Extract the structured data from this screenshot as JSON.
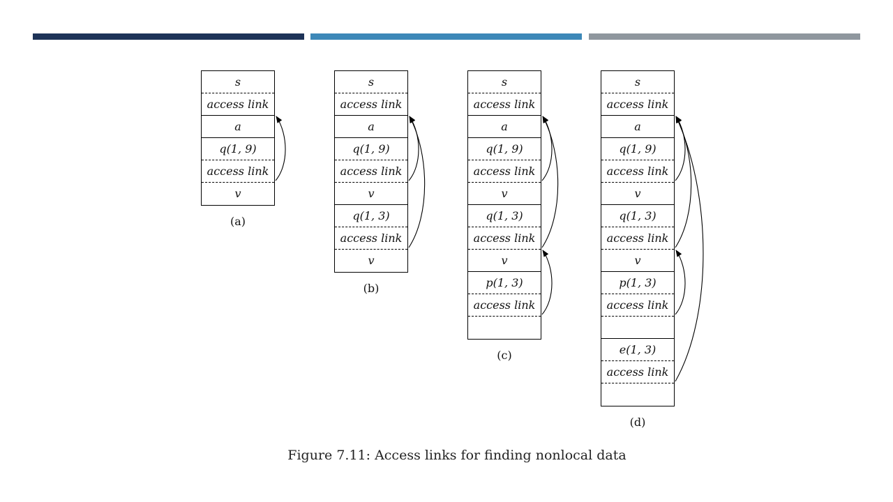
{
  "slide": {
    "accent_bars": [
      {
        "name": "accent-bar-navy",
        "color": "#1e3358"
      },
      {
        "name": "accent-bar-blue",
        "color": "#3d88b8"
      },
      {
        "name": "accent-bar-gray",
        "color": "#8f979e"
      }
    ]
  },
  "diagram": {
    "stacks": [
      {
        "caption": "(a)",
        "cells": [
          {
            "label": "s",
            "border": "dashed"
          },
          {
            "label": "access link",
            "border": "solid"
          },
          {
            "label": "a",
            "border": "solid"
          },
          {
            "label": "q(1, 9)",
            "border": "dashed"
          },
          {
            "label": "access link",
            "border": "dashed"
          },
          {
            "label": "v",
            "border": "none"
          }
        ],
        "links": [
          {
            "from": 4,
            "to": 1
          }
        ]
      },
      {
        "caption": "(b)",
        "cells": [
          {
            "label": "s",
            "border": "dashed"
          },
          {
            "label": "access link",
            "border": "solid"
          },
          {
            "label": "a",
            "border": "solid"
          },
          {
            "label": "q(1, 9)",
            "border": "dashed"
          },
          {
            "label": "access link",
            "border": "dashed"
          },
          {
            "label": "v",
            "border": "solid"
          },
          {
            "label": "q(1, 3)",
            "border": "dashed"
          },
          {
            "label": "access link",
            "border": "dashed"
          },
          {
            "label": "v",
            "border": "none"
          }
        ],
        "links": [
          {
            "from": 4,
            "to": 1
          },
          {
            "from": 7,
            "to": 1
          }
        ]
      },
      {
        "caption": "(c)",
        "cells": [
          {
            "label": "s",
            "border": "dashed"
          },
          {
            "label": "access link",
            "border": "solid"
          },
          {
            "label": "a",
            "border": "solid"
          },
          {
            "label": "q(1, 9)",
            "border": "dashed"
          },
          {
            "label": "access link",
            "border": "dashed"
          },
          {
            "label": "v",
            "border": "solid"
          },
          {
            "label": "q(1, 3)",
            "border": "dashed"
          },
          {
            "label": "access link",
            "border": "dashed"
          },
          {
            "label": "v",
            "border": "solid"
          },
          {
            "label": "p(1, 3)",
            "border": "dashed"
          },
          {
            "label": "access link",
            "border": "dashed"
          },
          {
            "label": "",
            "border": "none"
          }
        ],
        "links": [
          {
            "from": 4,
            "to": 1
          },
          {
            "from": 7,
            "to": 1
          },
          {
            "from": 10,
            "to": 7
          }
        ]
      },
      {
        "caption": "(d)",
        "cells": [
          {
            "label": "s",
            "border": "dashed"
          },
          {
            "label": "access link",
            "border": "solid"
          },
          {
            "label": "a",
            "border": "solid"
          },
          {
            "label": "q(1, 9)",
            "border": "dashed"
          },
          {
            "label": "access link",
            "border": "dashed"
          },
          {
            "label": "v",
            "border": "solid"
          },
          {
            "label": "q(1, 3)",
            "border": "dashed"
          },
          {
            "label": "access link",
            "border": "dashed"
          },
          {
            "label": "v",
            "border": "solid"
          },
          {
            "label": "p(1, 3)",
            "border": "dashed"
          },
          {
            "label": "access link",
            "border": "dashed"
          },
          {
            "label": "",
            "border": "solid"
          },
          {
            "label": "e(1, 3)",
            "border": "dashed"
          },
          {
            "label": "access link",
            "border": "dashed"
          },
          {
            "label": "",
            "border": "none"
          }
        ],
        "links": [
          {
            "from": 4,
            "to": 1
          },
          {
            "from": 7,
            "to": 1
          },
          {
            "from": 10,
            "to": 7
          },
          {
            "from": 13,
            "to": 1
          }
        ]
      }
    ],
    "figure_caption": "Figure 7.11: Access links for finding nonlocal data"
  }
}
